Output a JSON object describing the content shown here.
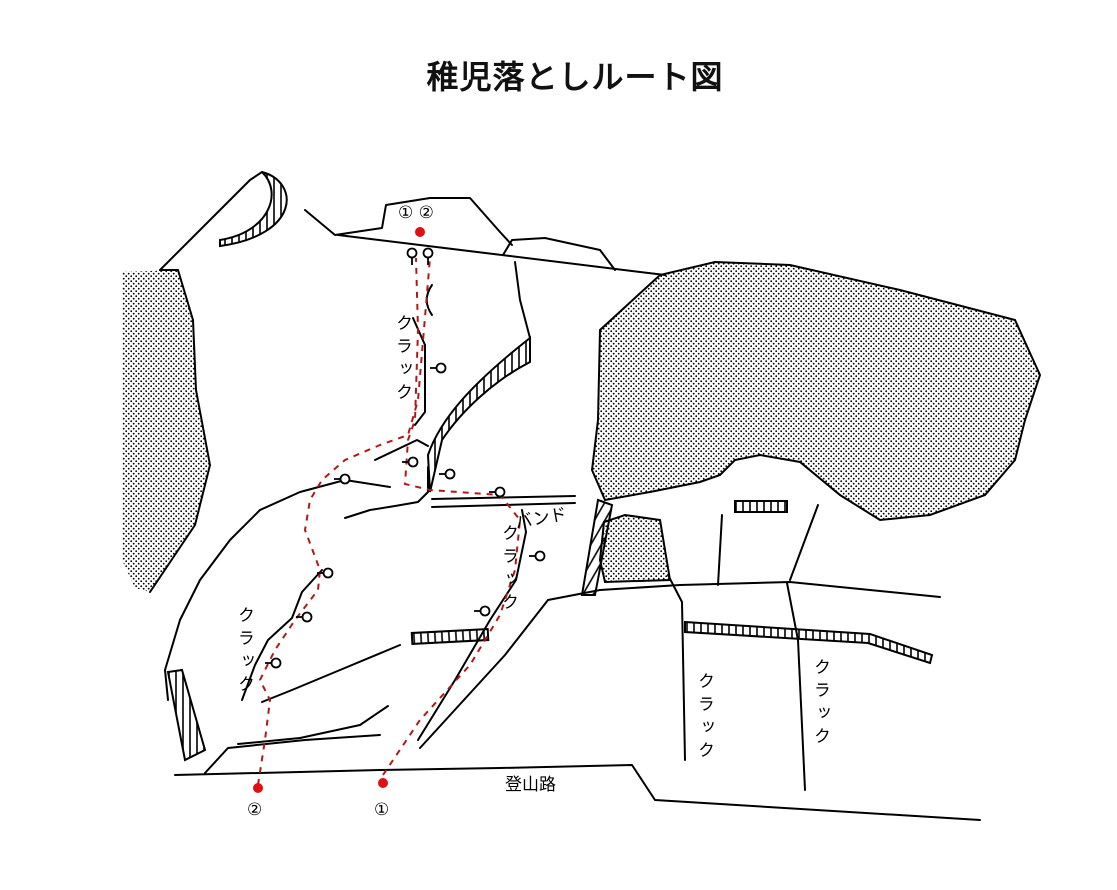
{
  "title": "稚児落としルート図",
  "labels": {
    "top_anchor": "① ②",
    "crack": "クラック",
    "band": "バンド",
    "trail": "登山路",
    "start_1": "①",
    "start_2": "②"
  },
  "colors": {
    "route": "#b01818",
    "line": "#000000"
  }
}
